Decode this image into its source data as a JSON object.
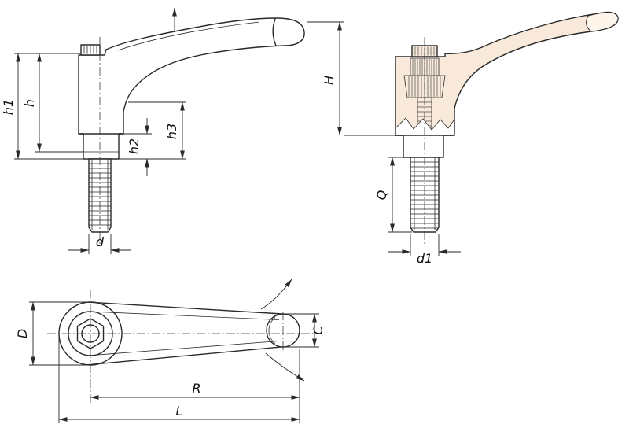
{
  "views": {
    "side": {
      "labels": {
        "h1": "h1",
        "h": "h",
        "h3": "h3",
        "h2": "h2",
        "d": "d"
      }
    },
    "section": {
      "labels": {
        "H": "H",
        "Q": "Q",
        "d1": "d1"
      }
    },
    "plan": {
      "labels": {
        "D": "D",
        "C": "C",
        "R": "R",
        "L": "L"
      }
    }
  },
  "colors": {
    "line": "#2a2a2a",
    "section_fill": "#f8e9da",
    "tip_fill": "#fdf5ea",
    "background": "#ffffff"
  }
}
